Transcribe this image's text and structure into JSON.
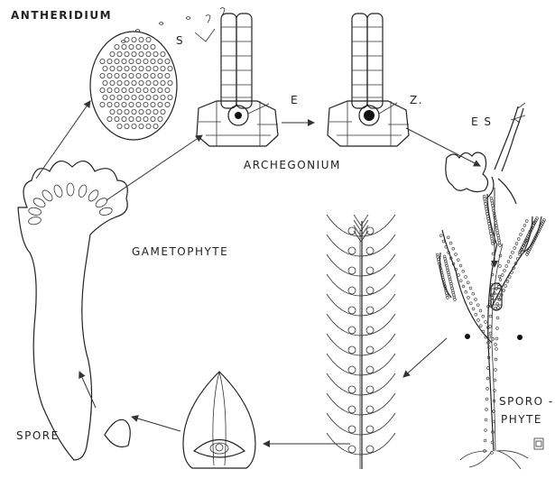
{
  "labels": {
    "antheridium": "ANTHERIDIUM",
    "sperm": "S",
    "egg": "E",
    "zygote": "Z.",
    "archegonium": "ARCHEGONIUM",
    "embryonic_sporophyte": "E S",
    "gametophyte": "GAMETOPHYTE",
    "sporophyte_line1": "SPORO -",
    "sporophyte_line2": "PHYTE",
    "spore": "SPORE"
  }
}
